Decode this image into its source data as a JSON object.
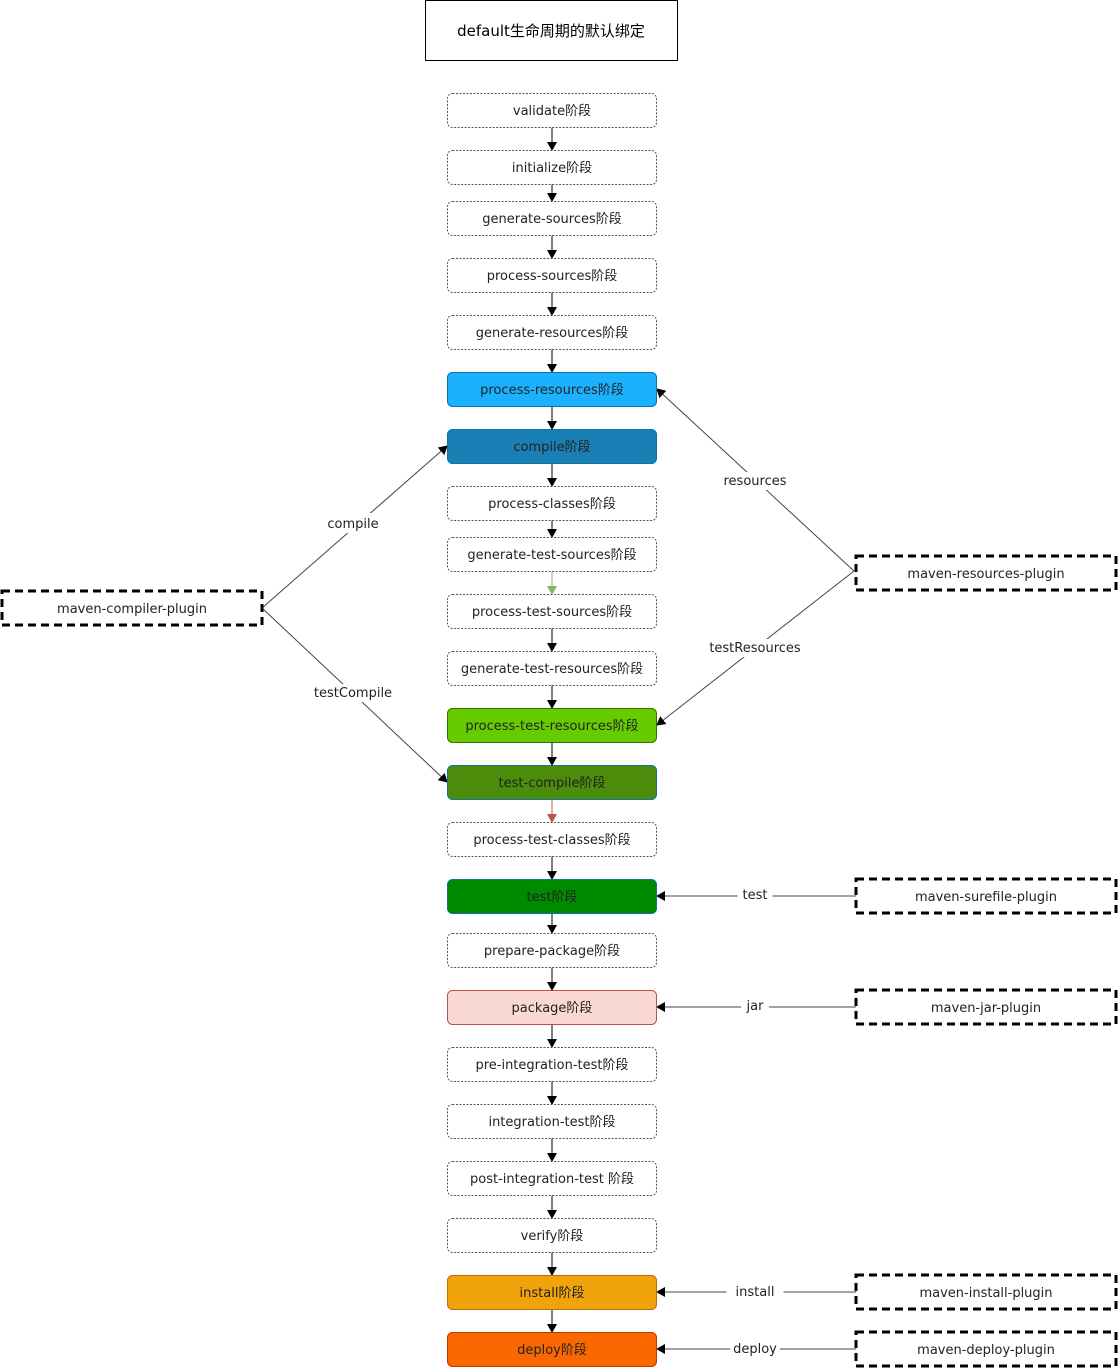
{
  "title": "default生命周期的默认绑定",
  "phases": [
    {
      "id": "validate",
      "label": "validate阶段",
      "fill": "#ffffff"
    },
    {
      "id": "initialize",
      "label": "initialize阶段",
      "fill": "#ffffff"
    },
    {
      "id": "generate-sources",
      "label": "generate-sources阶段",
      "fill": "#ffffff"
    },
    {
      "id": "process-sources",
      "label": "process-sources阶段",
      "fill": "#ffffff"
    },
    {
      "id": "generate-resources",
      "label": "generate-resources阶段",
      "fill": "#ffffff"
    },
    {
      "id": "process-resources",
      "label": "process-resources阶段",
      "fill": "#1ab2ff"
    },
    {
      "id": "compile",
      "label": "compile阶段",
      "fill": "#1a7fb5"
    },
    {
      "id": "process-classes",
      "label": "process-classes阶段",
      "fill": "#ffffff"
    },
    {
      "id": "generate-test-sources",
      "label": "generate-test-sources阶段",
      "fill": "#ffffff"
    },
    {
      "id": "process-test-sources",
      "label": "process-test-sources阶段",
      "fill": "#ffffff"
    },
    {
      "id": "generate-test-resources",
      "label": "generate-test-resources阶段",
      "fill": "#ffffff"
    },
    {
      "id": "process-test-resources",
      "label": "process-test-resources阶段",
      "fill": "#66cc00"
    },
    {
      "id": "test-compile",
      "label": "test-compile阶段",
      "fill": "#4b8c0a"
    },
    {
      "id": "process-test-classes",
      "label": "process-test-classes阶段",
      "fill": "#ffffff"
    },
    {
      "id": "test",
      "label": "test阶段",
      "fill": "#008a00"
    },
    {
      "id": "prepare-package",
      "label": "prepare-package阶段",
      "fill": "#ffffff"
    },
    {
      "id": "package",
      "label": "package阶段",
      "fill": "#fad9d5"
    },
    {
      "id": "pre-integration-test",
      "label": "pre-integration-test阶段",
      "fill": "#ffffff"
    },
    {
      "id": "integration-test",
      "label": "integration-test阶段",
      "fill": "#ffffff"
    },
    {
      "id": "post-integration-test",
      "label": "post-integration-test  阶段",
      "fill": "#ffffff"
    },
    {
      "id": "verify",
      "label": "verify阶段",
      "fill": "#ffffff"
    },
    {
      "id": "install",
      "label": "install阶段",
      "fill": "#f0a30a"
    },
    {
      "id": "deploy",
      "label": "deploy阶段",
      "fill": "#fa6800"
    }
  ],
  "plugins": [
    {
      "id": "maven-compiler-plugin",
      "label": "maven-compiler-plugin"
    },
    {
      "id": "maven-resources-plugin",
      "label": "maven-resources-plugin"
    },
    {
      "id": "maven-surefile-plugin",
      "label": "maven-surefile-plugin"
    },
    {
      "id": "maven-jar-plugin",
      "label": "maven-jar-plugin"
    },
    {
      "id": "maven-install-plugin",
      "label": "maven-install-plugin"
    },
    {
      "id": "maven-deploy-plugin",
      "label": "maven-deploy-plugin"
    }
  ],
  "bindings": [
    {
      "plugin": "maven-compiler-plugin",
      "phase": "compile",
      "goal": "compile"
    },
    {
      "plugin": "maven-compiler-plugin",
      "phase": "test-compile",
      "goal": "testCompile"
    },
    {
      "plugin": "maven-resources-plugin",
      "phase": "process-resources",
      "goal": "resources"
    },
    {
      "plugin": "maven-resources-plugin",
      "phase": "process-test-resources",
      "goal": "testResources"
    },
    {
      "plugin": "maven-surefile-plugin",
      "phase": "test",
      "goal": "test"
    },
    {
      "plugin": "maven-jar-plugin",
      "phase": "package",
      "goal": "jar"
    },
    {
      "plugin": "maven-install-plugin",
      "phase": "install",
      "goal": "install"
    },
    {
      "plugin": "maven-deploy-plugin",
      "phase": "deploy",
      "goal": "deploy"
    }
  ],
  "colors": {
    "arrow": "#000000",
    "arrow_green": "#82b366",
    "arrow_red": "#b85450",
    "plugin_link": "#444444"
  }
}
